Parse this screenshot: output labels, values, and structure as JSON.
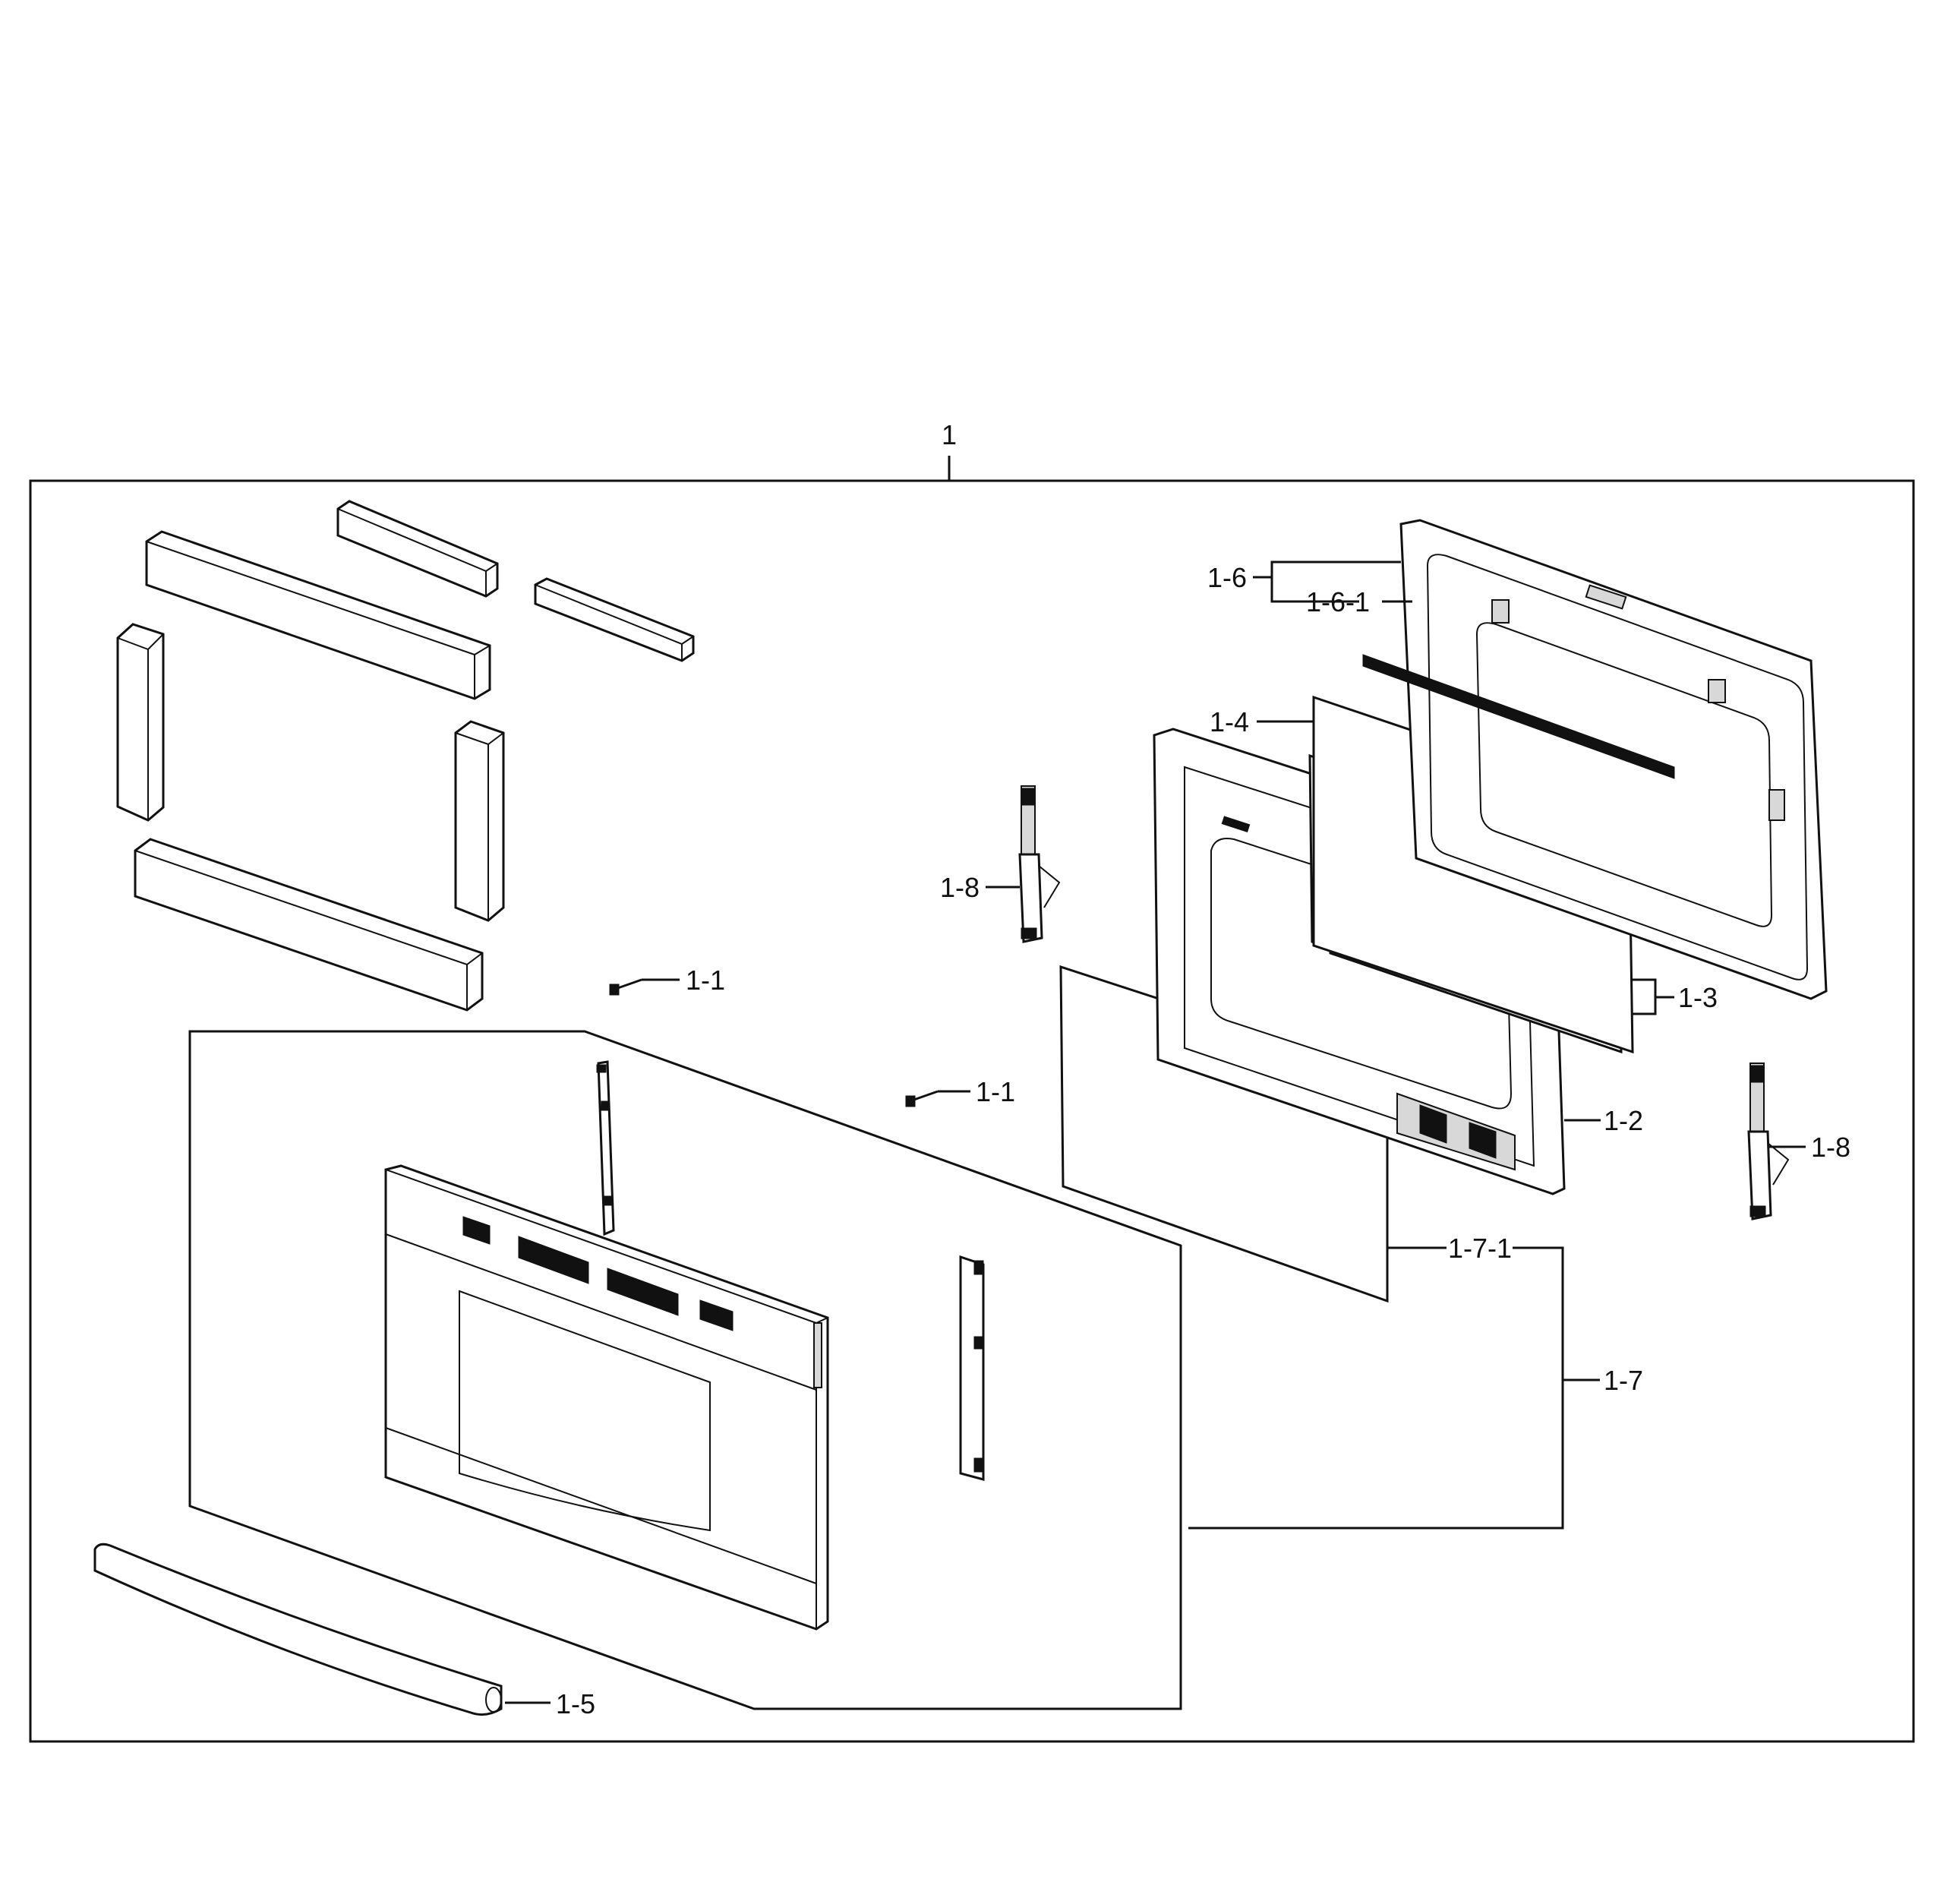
{
  "callouts": {
    "assembly": "1",
    "screw_a": "1-1",
    "screw_b": "1-1",
    "inner_door": "1-2",
    "glass_pair": "1-3",
    "insulation_glass": "1-4",
    "door_trim": "1-5",
    "door_liner": "1-6",
    "door_liner_sub": "1-6-1",
    "outer_door": "1-7",
    "outer_glass": "1-7-1",
    "hinge_left": "1-8",
    "hinge_right": "1-8"
  }
}
